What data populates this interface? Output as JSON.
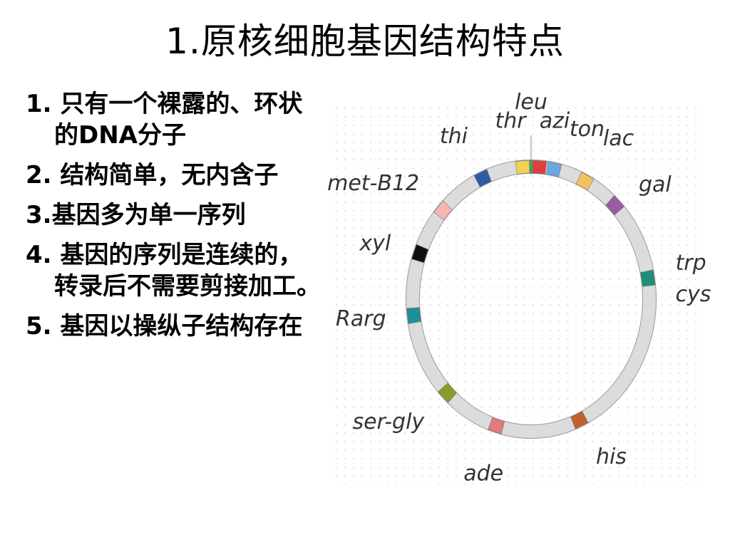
{
  "slide": {
    "title": "1.原核细胞基因结构特点"
  },
  "points": [
    {
      "num": "1.",
      "text": " 只有一个裸露的、环状的DNA分子"
    },
    {
      "num": "2.",
      "text": " 结构简单，无内含子"
    },
    {
      "num": "3.",
      "text": "基因多为单一序列"
    },
    {
      "num": "4.",
      "text": " 基因的序列是连续的，转录后不需要剪接加工。"
    },
    {
      "num": "5.",
      "text": " 基因以操纵子结构存在"
    }
  ],
  "diagram": {
    "ring_color": "#dcdcdc",
    "ring_outline": "#9a9a9a",
    "genes": [
      {
        "label": "leu",
        "angle": 0,
        "color": "#3aa655"
      },
      {
        "label": "thr",
        "angle": -4,
        "color": "#f2cf55"
      },
      {
        "label": "azi",
        "angle": 4,
        "color": "#e23e3e"
      },
      {
        "label": "ton",
        "angle": 11,
        "color": "#69a9e0"
      },
      {
        "label": "lac",
        "angle": 27,
        "color": "#f2c35a"
      },
      {
        "label": "gal",
        "angle": 45,
        "color": "#9b5ba0"
      },
      {
        "label": "trp cys",
        "angle": 81,
        "color": "#1f8f7b"
      },
      {
        "label": "his",
        "angle": 156,
        "color": "#c0622e"
      },
      {
        "label": "ade",
        "angle": 197,
        "color": "#e47a7a"
      },
      {
        "label": "ser-gly",
        "angle": 225,
        "color": "#8e9a2a"
      },
      {
        "label": "Rarg",
        "angle": 263,
        "color": "#1f8f9a"
      },
      {
        "label": "xyl",
        "angle": 290,
        "color": "#111111"
      },
      {
        "label": "met-B12",
        "angle": 312,
        "color": "#f4b6b0"
      },
      {
        "label": "thi",
        "angle": 336,
        "color": "#2f5aa8"
      }
    ]
  }
}
